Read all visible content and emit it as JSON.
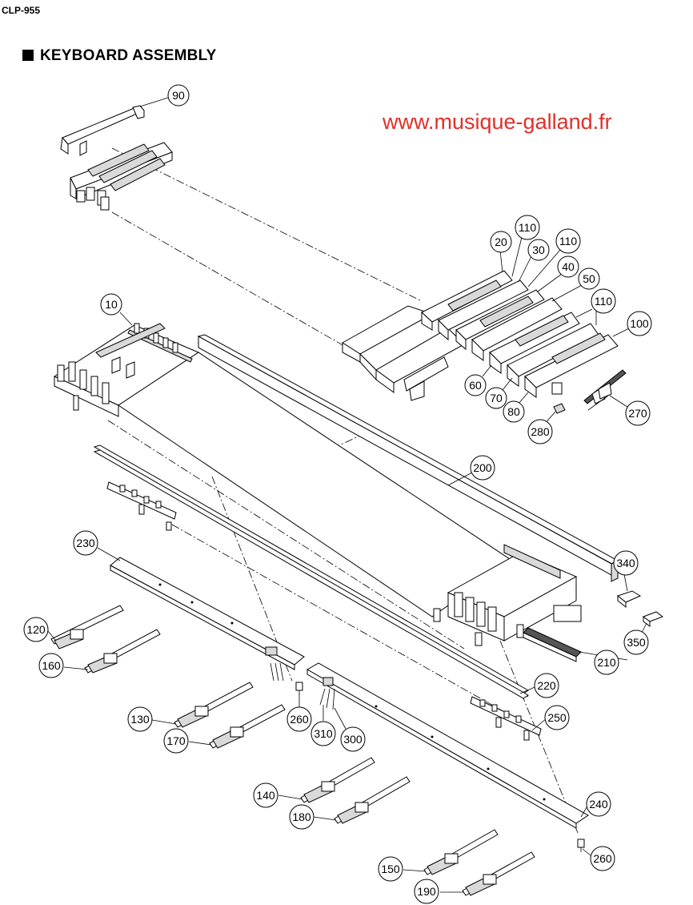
{
  "header": {
    "model": "CLP-955",
    "section_title": "KEYBOARD ASSEMBLY"
  },
  "watermark": "www.musique-galland.fr",
  "callouts": [
    "90",
    "110",
    "20",
    "30",
    "110",
    "40",
    "50",
    "110",
    "10",
    "100",
    "60",
    "70",
    "80",
    "270",
    "280",
    "200",
    "230",
    "340",
    "120",
    "160",
    "210",
    "350",
    "260",
    "220",
    "130",
    "250",
    "310",
    "300",
    "170",
    "140",
    "240",
    "180",
    "260",
    "150",
    "190"
  ]
}
